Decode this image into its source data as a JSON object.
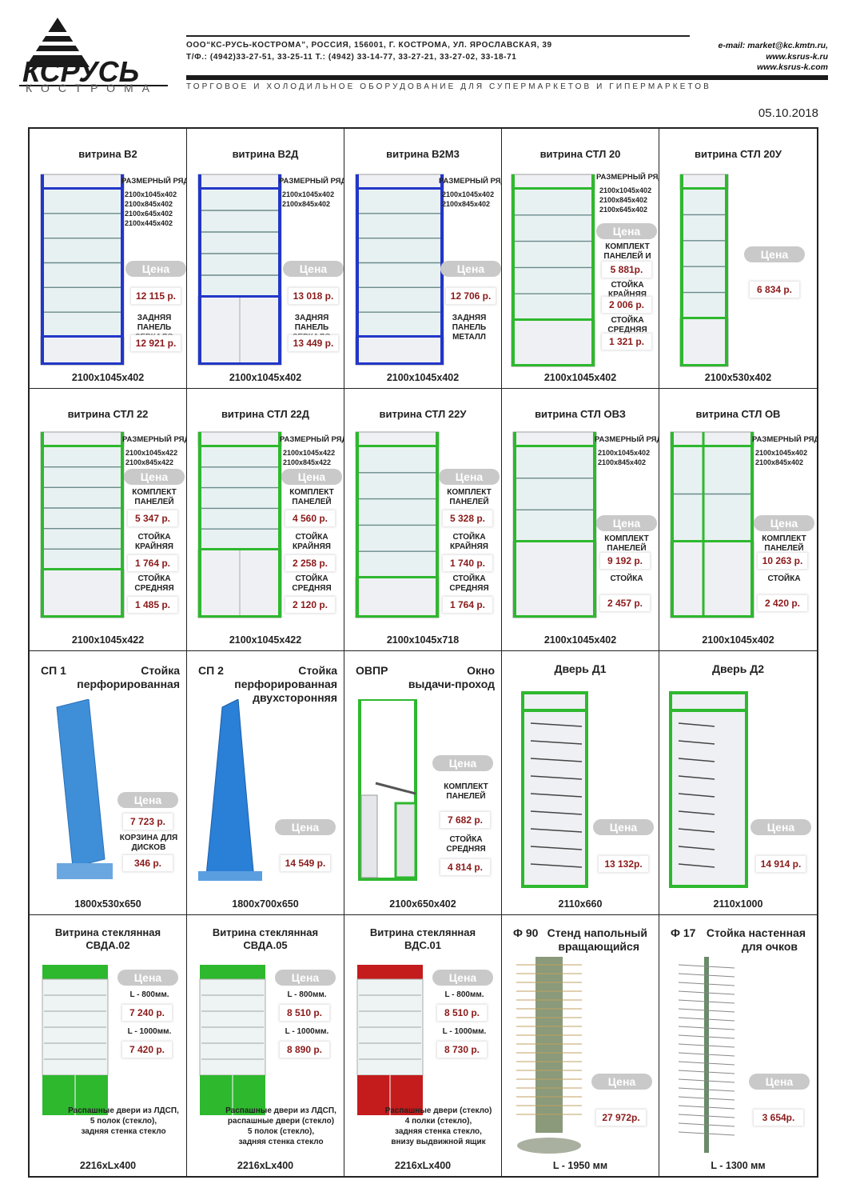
{
  "header": {
    "logo_text": "КСРУСЬ",
    "logo_city": "КОСТРОМА",
    "address": "ООО“КС-РУСЬ-КОСТРОМА”, РОССИЯ, 156001, Г. КОСТРОМА, УЛ. ЯРОСЛАВСКАЯ, 39",
    "phones": "Т/Ф.: (4942)33-27-51, 33-25-11     Т.: (4942) 33-14-77, 33-27-21, 33-27-02, 33-18-71",
    "email": "e-mail: market@kc.kmtn.ru,",
    "site1": "www.ksrus-k.ru",
    "site2": "www.ksrus-k.com",
    "tagline": "ТОРГОВОЕ И ХОЛОДИЛЬНОЕ ОБОРУДОВАНИЕ ДЛЯ СУПЕРМАРКЕТОВ И ГИПЕРМАРКЕТОВ",
    "date": "05.10.2018"
  },
  "colors": {
    "blue": "#2236c8",
    "green": "#2eb82e",
    "red": "#c41c1c",
    "price": "#8b1a1a",
    "pill": "#c9c9c9"
  },
  "price_word": "Цена",
  "size_heading": "РАЗМЕРНЫЙ РЯД:",
  "products": [
    {
      "title": "витрина В2",
      "sizes": [
        "2100х1045х402",
        "2100х845х402",
        "2100х645х402",
        "2100х445х402"
      ],
      "price": "12 115 р.",
      "extra_label": "ЗАДНЯЯ ПАНЕЛЬ ЗЕРКАЛО",
      "extra_price": "12 921 р.",
      "dim": "2100х1045х402"
    },
    {
      "title": "витрина В2Д",
      "sizes": [
        "2100х1045х402",
        "2100х845х402"
      ],
      "price": "13 018 р.",
      "extra_label": "ЗАДНЯЯ ПАНЕЛЬ ЗЕРКАЛО",
      "extra_price": "13 449 р.",
      "dim": "2100х1045х402"
    },
    {
      "title": "витрина В2М3",
      "sizes": [
        "2100х1045х402",
        "2100х845х402"
      ],
      "price": "12 706 р.",
      "extra_label": "ЗАДНЯЯ ПАНЕЛЬ МЕТАЛЛ",
      "dim": "2100х1045х402"
    },
    {
      "title": "витрина СТЛ 20",
      "sizes": [
        "2100х1045х402",
        "2100х845х402",
        "2100х645х402"
      ],
      "l1": "КОМПЛЕКТ ПАНЕЛЕЙ И СТЕКОЛ",
      "p1": "5 881р.",
      "l2": "СТОЙКА КРАЙНЯЯ",
      "p2": "2 006 р.",
      "l3": "СТОЙКА СРЕДНЯЯ",
      "p3": "1 321 р.",
      "dim": "2100х1045х402"
    },
    {
      "title": "витрина СТЛ 20У",
      "price": "6 834 р.",
      "dim": "2100х530х402"
    },
    {
      "title": "витрина СТЛ 22",
      "sizes": [
        "2100х1045х422",
        "2100х845х422"
      ],
      "l1": "КОМПЛЕКТ ПАНЕЛЕЙ",
      "p1": "5 347 р.",
      "l2": "СТОЙКА КРАЙНЯЯ",
      "p2": "1 764 р.",
      "l3": "СТОЙКА СРЕДНЯЯ",
      "p3": "1 485 р.",
      "dim": "2100х1045х422"
    },
    {
      "title": "витрина СТЛ 22Д",
      "sizes": [
        "2100х1045х422",
        "2100х845х422"
      ],
      "l1": "КОМПЛЕКТ ПАНЕЛЕЙ",
      "p1": "4 560 р.",
      "l2": "СТОЙКА КРАЙНЯЯ",
      "p2": "2 258 р.",
      "l3": "СТОЙКА СРЕДНЯЯ",
      "p3": "2 120 р.",
      "dim": "2100х1045х422"
    },
    {
      "title": "витрина СТЛ 22У",
      "l1": "КОМПЛЕКТ ПАНЕЛЕЙ",
      "p1": "5 328 р.",
      "l2": "СТОЙКА КРАЙНЯЯ",
      "p2": "1 740 р.",
      "l3": "СТОЙКА СРЕДНЯЯ",
      "p3": "1 764 р.",
      "dim": "2100х1045х718"
    },
    {
      "title": "витрина СТЛ ОВЗ",
      "sizes": [
        "2100х1045х402",
        "2100х845х402"
      ],
      "l1": "КОМПЛЕКТ ПАНЕЛЕЙ",
      "p1": "9 192 р.",
      "l2": "СТОЙКА",
      "p2": "2 457 р.",
      "dim": "2100х1045х402"
    },
    {
      "title": "витрина СТЛ ОВ",
      "sizes": [
        "2100х1045х402",
        "2100х845х402"
      ],
      "l1": "КОМПЛЕКТ ПАНЕЛЕЙ",
      "p1": "10 263 р.",
      "l2": "СТОЙКА",
      "p2": "2 420 р.",
      "dim": "2100х1045х402"
    },
    {
      "code": "СП 1",
      "name1": "Стойка",
      "name2": "перфорированная",
      "price": "7 723 р.",
      "extra_label": "КОРЗИНА ДЛЯ ДИСКОВ",
      "extra_price": "346 р.",
      "dim": "1800х530х650"
    },
    {
      "code": "СП 2",
      "name1": "Стойка",
      "name2": "перфорированная",
      "name3": "двухсторонняя",
      "price": "14 549 р.",
      "dim": "1800х700х650"
    },
    {
      "code": "ОВПР",
      "name1": "Окно",
      "name2": "выдачи-проход",
      "l1": "КОМПЛЕКТ ПАНЕЛЕЙ",
      "p1": "7 682 р.",
      "l2": "СТОЙКА СРЕДНЯЯ",
      "p2": "4 814 р.",
      "dim": "2100х650х402"
    },
    {
      "title": "Дверь Д1",
      "price": "13 132р.",
      "dim": "2110х660"
    },
    {
      "title": "Дверь Д2",
      "price": "14 914 р.",
      "dim": "2110х1000"
    },
    {
      "title1": "Витрина стеклянная",
      "title2": "СВДА.02",
      "l1": "L - 800мм.",
      "p1": "7 240 р.",
      "l2": "L - 1000мм.",
      "p2": "7 420 р.",
      "note": [
        "Распашные двери из ЛДСП,",
        "5 полок (стекло),",
        "задняя стенка стекло"
      ],
      "dim": "2216хLх400"
    },
    {
      "title1": "Витрина стеклянная",
      "title2": "СВДА.05",
      "l1": "L - 800мм.",
      "p1": "8 510 р.",
      "l2": "L - 1000мм.",
      "p2": "8 890 р.",
      "note": [
        "Распашные двери из ЛДСП,",
        "распашные двери (стекло)",
        "5 полок (стекло),",
        "задняя стенка стекло"
      ],
      "dim": "2216хLх400"
    },
    {
      "title1": "Витрина стеклянная",
      "title2": "ВДС.01",
      "l1": "L - 800мм.",
      "p1": "8 510 р.",
      "l2": "L - 1000мм.",
      "p2": "8 730 р.",
      "note": [
        "Распашные двери (стекло)",
        "4 полки (стекло),",
        "задняя стенка стекло,",
        "внизу выдвижной ящик"
      ],
      "dim": "2216хLх400"
    },
    {
      "code": "Ф 90",
      "name1": "Стенд напольный",
      "name2": "вращающийся",
      "price": "27 972р.",
      "dim": "L - 1950 мм"
    },
    {
      "code": "Ф 17",
      "name1": "Стойка настенная",
      "name2": "для очков",
      "price": "3 654р.",
      "dim": "L - 1300 мм"
    }
  ]
}
